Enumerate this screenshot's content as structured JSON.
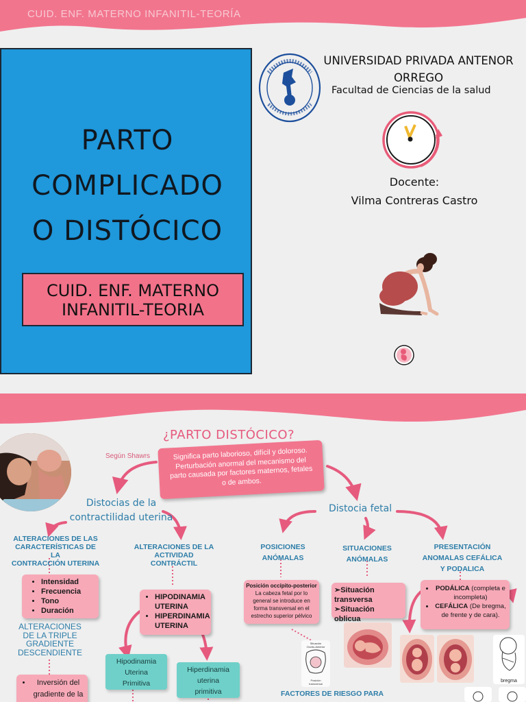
{
  "slide1": {
    "course_header": "CUID. ENF. MATERNO INFANITIL-TEORÍA",
    "title_lines": [
      "PARTO",
      "COMPLICADO",
      "O DISTÓCICO"
    ],
    "course_box_lines": [
      "CUID. ENF. MATERNO",
      "INFANITIL-TEORIA"
    ],
    "university_lines": [
      "UNIVERSIDAD PRIVADA ANTENOR",
      "ORREGO"
    ],
    "faculty": "Facultad de Ciencias de la salud",
    "docente_label": "Docente:",
    "docente_name": "Vilma  Contreras Castro",
    "seal_text": "UNIVERSIDAD PRIVADA ANTENOR ORREGO",
    "seal_motto": "SCIENTIA ET HUMANITAS"
  },
  "slide2": {
    "main_question": "¿PARTO DISTÓCICO?",
    "source": "Según Shawrs",
    "definition_lines": [
      "Significa parto laborioso, difícil y doloroso.",
      "Perturbación anormal del mecanismo del",
      "parto causada por factores maternos, fetales",
      "o de ambos."
    ],
    "left_branch_lines": [
      "Distocias de la",
      "contractilidad uterina"
    ],
    "right_branch": "Distocia fetal",
    "alt_caracteristicas_lines": [
      "ALTERACIONES DE LAS",
      "CARACTERÍSTICAS DE LA",
      "CONTRACCIÓN UTERINA"
    ],
    "caracteristicas_items": [
      "Intensidad",
      "Frecuencia",
      "Tono",
      "Duración"
    ],
    "alt_triple_lines": [
      "ALTERACIONES",
      "DE LA TRIPLE",
      "GRADIENTE",
      "DESCENDIENTE"
    ],
    "triple_items_lines": [
      "Inversión del",
      "gradiente de la"
    ],
    "alt_actividad_lines": [
      "ALTERACIONES DE LA",
      "ACTIVIDAD",
      "CONTRÁCTIL"
    ],
    "actividad_items": [
      [
        "HIPODINAMIA",
        "UTERINA"
      ],
      [
        "HIPERDINAMIA",
        "UTERINA"
      ]
    ],
    "hipo_box_lines": [
      "Hipodinamia",
      "Uterina",
      "Primitiva"
    ],
    "hiper_box_lines": [
      "Hiperdinamia",
      "uterina",
      "primitiva"
    ],
    "posiciones_lines": [
      "POSICIONES",
      "ANÓMALAS"
    ],
    "posiciones_box_lines": [
      "Posición occípito-posterior",
      "La cabeza fetal por lo",
      "general se introduce en",
      "forma transversal en el",
      "estrecho superior pélvico"
    ],
    "situaciones_lines": [
      "SITUACIONES",
      "ANÓMALAS"
    ],
    "situaciones_items": [
      "➢Situación",
      "transversa",
      "➢Situación oblicua"
    ],
    "presentacion_lines": [
      "PRESENTACIÓN",
      "ANOMALAS CEFÁLICA",
      "Y PODALICA"
    ],
    "presentacion_items": [
      {
        "bold": "PODÁLICA",
        "rest_lines": [
          " (completa e",
          "incompleta)"
        ]
      },
      {
        "bold": "CEFÁLICA",
        "rest_lines": [
          " (De bregma,",
          "de frente y de cara)."
        ]
      }
    ],
    "factores": "FACTORES DE RIESGO PARA",
    "small_caption_top": [
      "Situación",
      "Oxcito-Anterior"
    ],
    "small_caption_bottom": [
      "Posición",
      "transversal"
    ],
    "bregma_label": "bregma"
  },
  "colors": {
    "pink": "#f2758e",
    "blue_panel": "#1f98dc",
    "teal": "#6fd0c9",
    "title_pink": "#e65a7e",
    "teal_text": "#2d7da8"
  }
}
